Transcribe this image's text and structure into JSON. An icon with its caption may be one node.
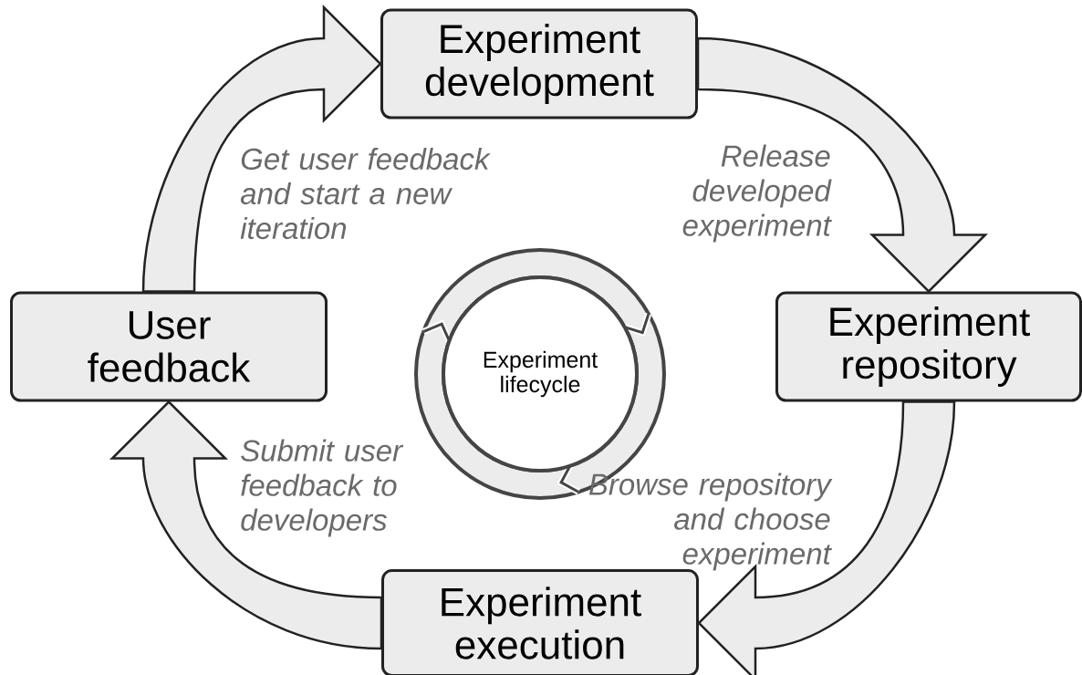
{
  "diagram": {
    "nodes": [
      {
        "text": [
          "Experiment development"
        ]
      },
      {
        "text": [
          "Experiment repository"
        ]
      },
      {
        "text": [
          "Experiment execution"
        ]
      },
      {
        "text": [
          "User feedback"
        ]
      },
      {
        "text": [
          "Experiment lifecycle"
        ]
      }
    ],
    "edges": [
      {
        "from": 0,
        "to": 1,
        "arrow": "to",
        "label": "Release developed experiment"
      },
      {
        "from": 1,
        "to": 2,
        "arrow": "to",
        "label": "Browse repository and choose experiment"
      },
      {
        "from": 2,
        "to": 3,
        "arrow": "to",
        "label": "Submit user feedback to developers"
      },
      {
        "from": 3,
        "to": 0,
        "arrow": "to",
        "label": "Get user feedback and start a new iteration"
      }
    ]
  }
}
